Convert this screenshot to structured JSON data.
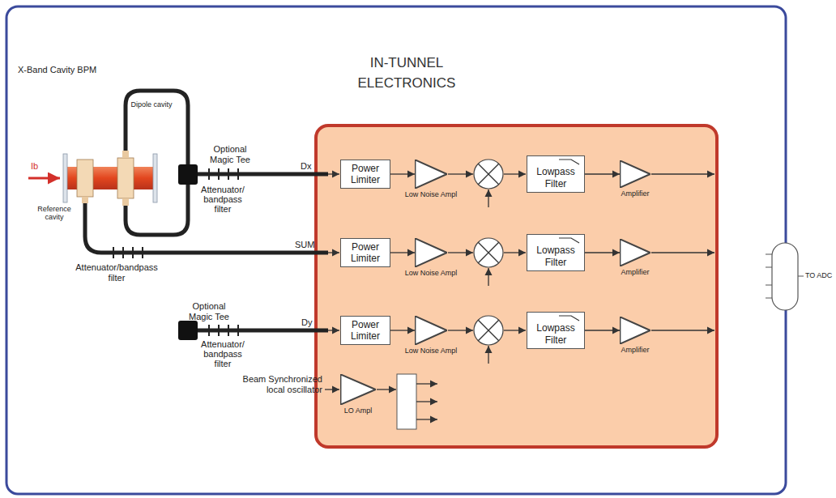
{
  "diagram": {
    "title": "IN-TUNNEL ELECTRONICS",
    "nodes": [
      {
        "text": [
          "Power Limiter"
        ]
      },
      {
        "text": [
          "Low Noise Ampl"
        ]
      },
      {
        "text": [
          "Lowpass Filter"
        ]
      },
      {
        "text": [
          "Amplifier"
        ]
      },
      {
        "text": [
          "Power Limiter"
        ]
      },
      {
        "text": [
          "Low Noise Ampl"
        ]
      },
      {
        "text": [
          "Lowpass Filter"
        ]
      },
      {
        "text": [
          "Amplifier"
        ]
      },
      {
        "text": [
          "Power Limiter"
        ]
      },
      {
        "text": [
          "Low Noise Ampl"
        ]
      },
      {
        "text": [
          "Lowpass Filter"
        ]
      },
      {
        "text": [
          "Amplifier"
        ]
      },
      {
        "text": [
          "LO Ampl"
        ]
      }
    ],
    "edges": [
      {
        "from": 0,
        "to": 1,
        "arrow": "to"
      },
      {
        "from": 2,
        "to": 3,
        "arrow": "to"
      },
      {
        "from": 4,
        "to": 5,
        "arrow": "to"
      },
      {
        "from": 6,
        "to": 7,
        "arrow": "to"
      },
      {
        "from": 8,
        "to": 9,
        "arrow": "to"
      },
      {
        "from": 10,
        "to": 11,
        "arrow": "to"
      }
    ],
    "labels": [
      "X-Band Cavity BPM",
      "Dipole cavity",
      "Ib",
      "Reference cavity",
      "Optional Magic Tee",
      "Attenuator/ bandpass filter",
      "Dx",
      "SUM",
      "Attenuator/bandpass filter",
      "Optional Magic Tee",
      "Attenuator/ bandpass filter",
      "Dy",
      "Beam Synchronized local oscillator",
      "TO ADC"
    ]
  }
}
